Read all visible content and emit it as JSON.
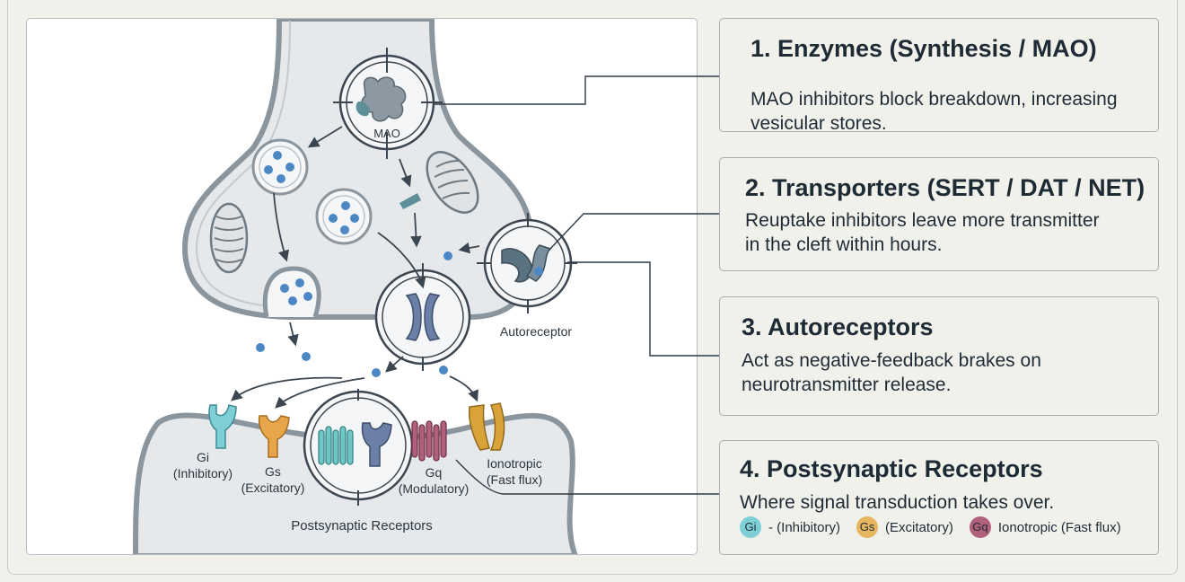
{
  "diagram": {
    "labels": {
      "mao": "MAO",
      "autoreceptor": "Autoreceptor",
      "gi_name": "Gi",
      "gi_type": "(Inhibitory)",
      "gs_name": "Gs",
      "gs_type": "(Excitatory)",
      "gq_name": "Gq",
      "gq_type": "(Modulatory)",
      "iono_name": "Ionotropic",
      "iono_type": "(Fast flux)",
      "postsynaptic": "Postsynaptic Receptors"
    }
  },
  "cards": [
    {
      "title": "1. Enzymes (Synthesis / MAO)",
      "body_line1": "MAO inhibitors block breakdown, increasing",
      "body_line2": "vesicular stores."
    },
    {
      "title": "2. Transporters (SERT / DAT / NET)",
      "body_line1": "Reuptake inhibitors leave more transmitter",
      "body_line2": "in the cleft within hours."
    },
    {
      "title": "3. Autoreceptors",
      "body_line1": "Act as negative-feedback brakes on",
      "body_line2": "neurotransmitter release."
    },
    {
      "title": "4. Postsynaptic Receptors",
      "body_line1": "Where signal transduction takes over."
    }
  ],
  "legend": [
    {
      "badge": "Gi",
      "label": "- (Inhibitory)",
      "color": "#7fd0d6"
    },
    {
      "badge": "Gs",
      "label": "(Excitatory)",
      "color": "#e8b65e"
    },
    {
      "badge": "Gq",
      "label": "Ionotropic (Fast flux)",
      "color": "#b0607a"
    }
  ],
  "colors": {
    "membrane": "#8a959d",
    "cytoplasm": "#e6e9ec",
    "molecule": "#4d88c4",
    "gi_receptor": "#7fd0d6",
    "gs_receptor": "#e8a64a",
    "gq_receptor": "#b0607a",
    "ionotropic": "#d9a33a",
    "transporter": "#6c7fa6"
  }
}
